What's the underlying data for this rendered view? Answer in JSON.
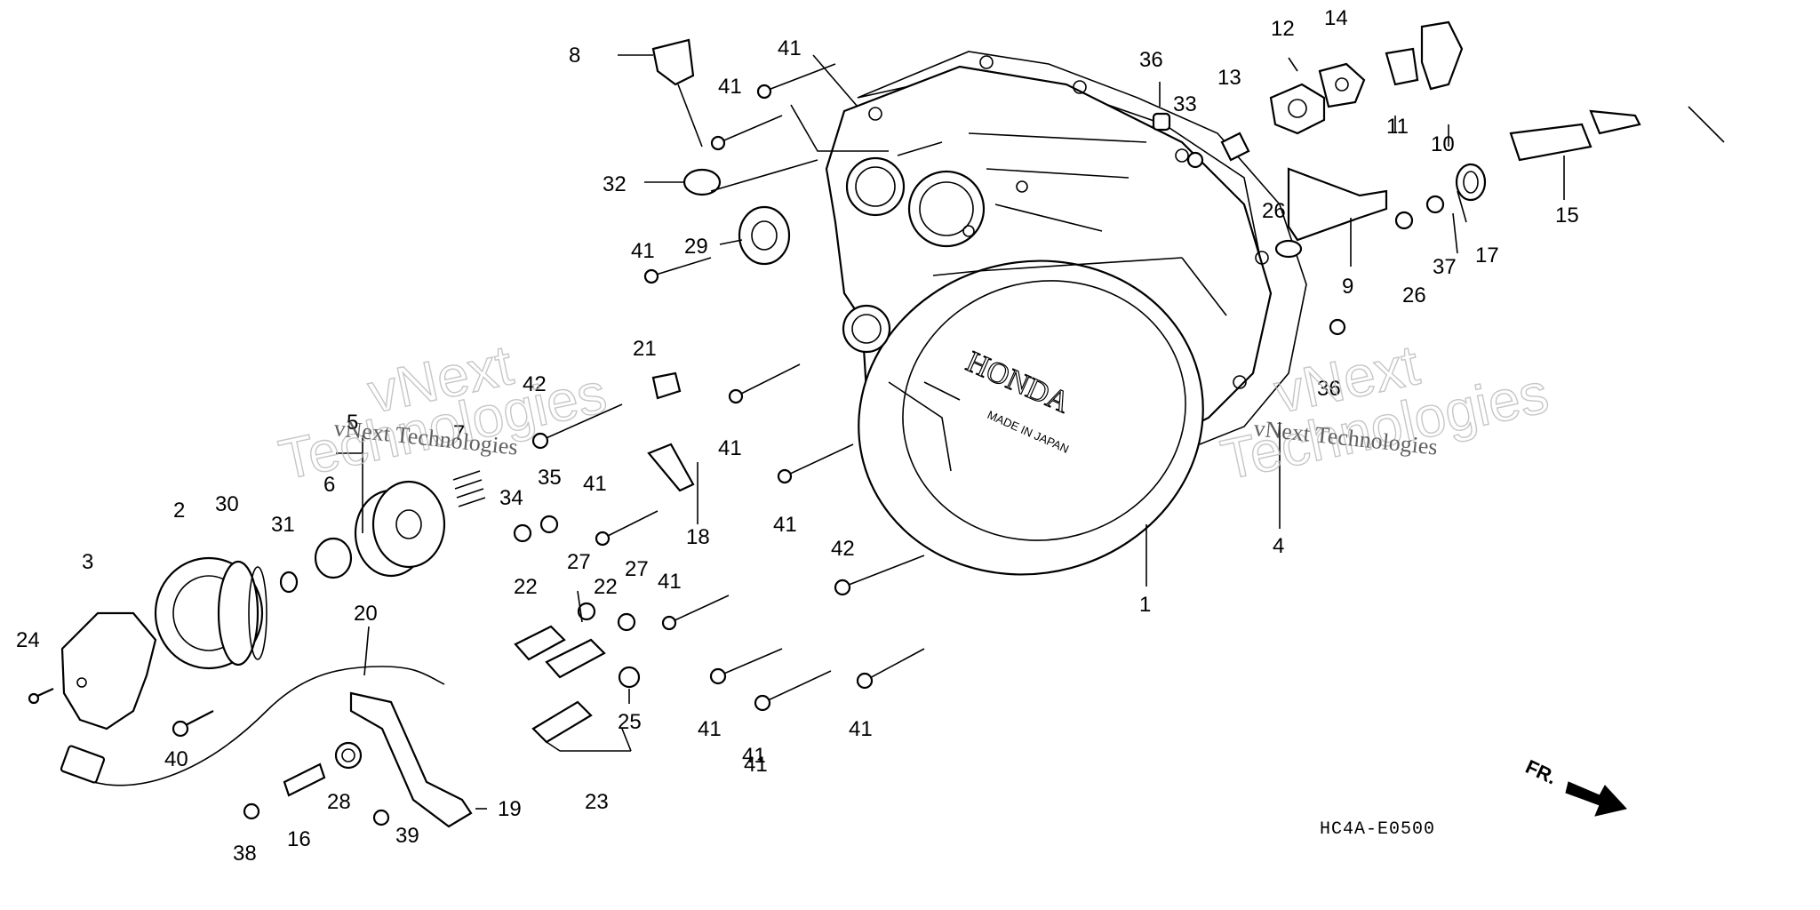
{
  "diagram": {
    "code": "HC4A-E0500",
    "direction_label": "FR.",
    "brand_mark": "HONDA",
    "made_in": "MADE IN JAPAN",
    "watermarks": [
      {
        "outline": "vNext",
        "outline2": "Technologies",
        "text": "vNext Technologies"
      },
      {
        "outline": "vNext",
        "outline2": "Technologies",
        "text": "vNext Technologies"
      }
    ],
    "callouts": [
      {
        "n": "1"
      },
      {
        "n": "2"
      },
      {
        "n": "3"
      },
      {
        "n": "4"
      },
      {
        "n": "5"
      },
      {
        "n": "6"
      },
      {
        "n": "7"
      },
      {
        "n": "8"
      },
      {
        "n": "9"
      },
      {
        "n": "10"
      },
      {
        "n": "11"
      },
      {
        "n": "12"
      },
      {
        "n": "13"
      },
      {
        "n": "14"
      },
      {
        "n": "15"
      },
      {
        "n": "16"
      },
      {
        "n": "17"
      },
      {
        "n": "18"
      },
      {
        "n": "19"
      },
      {
        "n": "20"
      },
      {
        "n": "21"
      },
      {
        "n": "22"
      },
      {
        "n": "22"
      },
      {
        "n": "23"
      },
      {
        "n": "24"
      },
      {
        "n": "25"
      },
      {
        "n": "26"
      },
      {
        "n": "26"
      },
      {
        "n": "27"
      },
      {
        "n": "27"
      },
      {
        "n": "28"
      },
      {
        "n": "29"
      },
      {
        "n": "30"
      },
      {
        "n": "31"
      },
      {
        "n": "32"
      },
      {
        "n": "33"
      },
      {
        "n": "34"
      },
      {
        "n": "35"
      },
      {
        "n": "36"
      },
      {
        "n": "36"
      },
      {
        "n": "37"
      },
      {
        "n": "38"
      },
      {
        "n": "39"
      },
      {
        "n": "40"
      },
      {
        "n": "41"
      },
      {
        "n": "41"
      },
      {
        "n": "41"
      },
      {
        "n": "41"
      },
      {
        "n": "41"
      },
      {
        "n": "41"
      },
      {
        "n": "41"
      },
      {
        "n": "41"
      },
      {
        "n": "41"
      },
      {
        "n": "41"
      },
      {
        "n": "41"
      },
      {
        "n": "42"
      },
      {
        "n": "42"
      }
    ]
  }
}
